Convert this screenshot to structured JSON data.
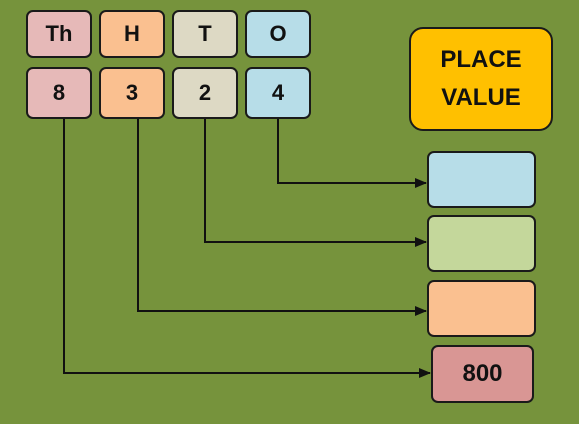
{
  "headers": [
    {
      "label": "Th",
      "color": "#e6b9b8"
    },
    {
      "label": "H",
      "color": "#fac090"
    },
    {
      "label": "T",
      "color": "#ddd9c4"
    },
    {
      "label": "O",
      "color": "#b7dde8"
    }
  ],
  "digits": [
    "8",
    "3",
    "2",
    "4"
  ],
  "title": {
    "line1": "PLACE",
    "line2": "VALUE",
    "color": "#ffc000"
  },
  "result_boxes": [
    {
      "value": "",
      "color": "#b7dde8"
    },
    {
      "value": "",
      "color": "#c4d79b"
    },
    {
      "value": "",
      "color": "#fac090"
    },
    {
      "value": "800",
      "color": "#d99694"
    }
  ],
  "background_color": "#76933c"
}
